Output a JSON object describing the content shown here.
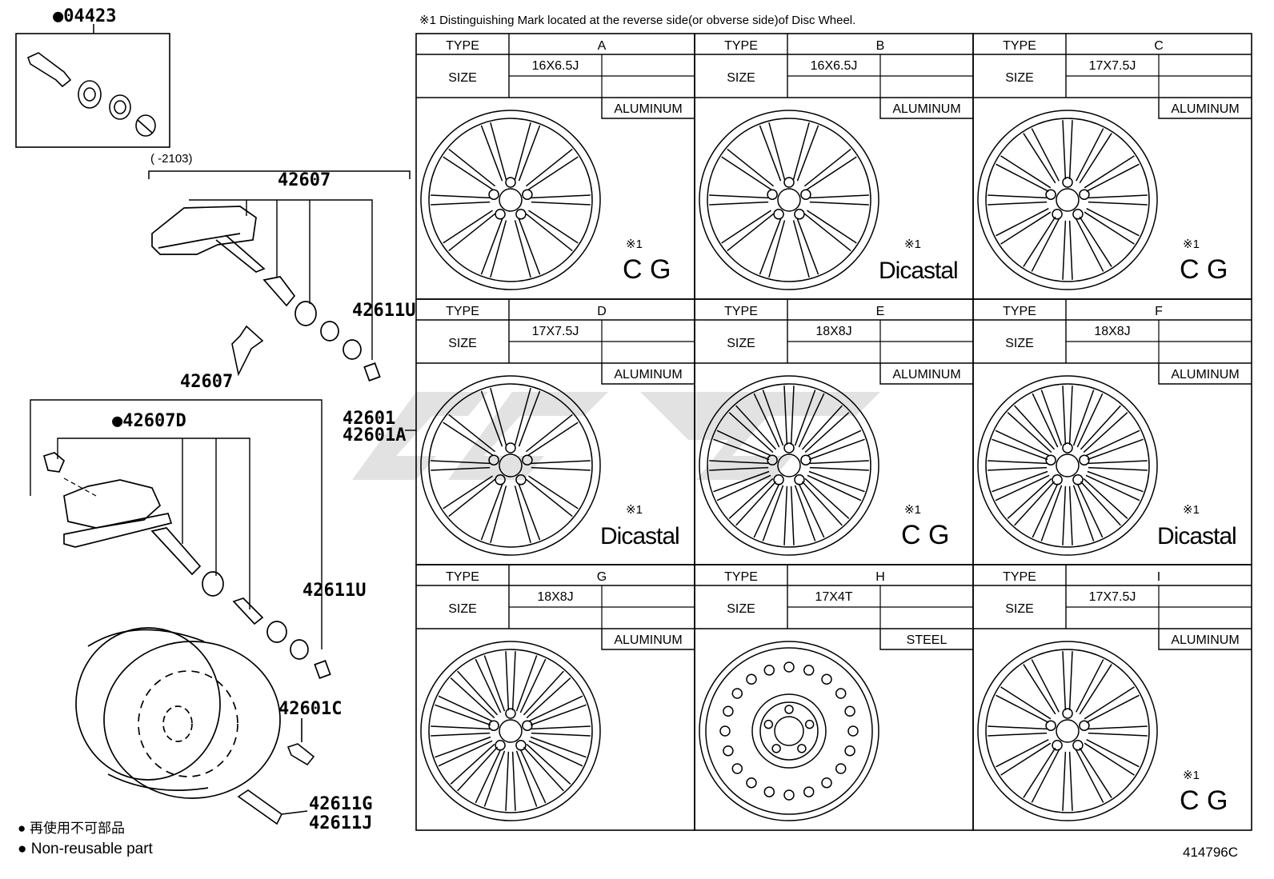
{
  "note": "※1 Distinguishing Mark located at the reverse side(or obverse side)of Disc Wheel.",
  "labels": {
    "type": "TYPE",
    "size": "SIZE",
    "mark": "※1"
  },
  "wheels": [
    {
      "type": "A",
      "size": "16X6.5J",
      "material": "ALUMINUM",
      "mark": "※1",
      "maker": "C G",
      "style": "tenspoke"
    },
    {
      "type": "B",
      "size": "16X6.5J",
      "material": "ALUMINUM",
      "mark": "※1",
      "maker": "Dicastal",
      "style": "tenspoke"
    },
    {
      "type": "C",
      "size": "17X7.5J",
      "material": "ALUMINUM",
      "mark": "※1",
      "maker": "C G",
      "style": "twelvespoke"
    },
    {
      "type": "D",
      "size": "17X7.5J",
      "material": "ALUMINUM",
      "mark": "※1",
      "maker": "Dicastal",
      "style": "tenspoke"
    },
    {
      "type": "E",
      "size": "18X8J",
      "material": "ALUMINUM",
      "mark": "※1",
      "maker": "C G",
      "style": "multispoke"
    },
    {
      "type": "F",
      "size": "18X8J",
      "material": "ALUMINUM",
      "mark": "※1",
      "maker": "Dicastal",
      "style": "multispoke"
    },
    {
      "type": "G",
      "size": "18X8J",
      "material": "ALUMINUM",
      "mark": "",
      "maker": "",
      "style": "multispoke"
    },
    {
      "type": "H",
      "size": "17X4T",
      "material": "STEEL",
      "mark": "",
      "maker": "",
      "style": "steel"
    },
    {
      "type": "I",
      "size": "17X7.5J",
      "material": "ALUMINUM",
      "mark": "※1",
      "maker": "C G",
      "style": "twelvespoke"
    }
  ],
  "parts": {
    "p04423": "●04423",
    "range": "(      -2103)",
    "p42607_top": "42607",
    "p42611U_top": "42611U",
    "p42607_mid": "42607",
    "p42607D": "●42607D",
    "p42601": "42601",
    "p42601A": "42601A",
    "p42611U_bot": "42611U",
    "p42601C": "42601C",
    "p42611G": "42611G",
    "p42611J": "42611J"
  },
  "legend": {
    "jp": "● 再使用不可部品",
    "en": "● Non-reusable part"
  },
  "diagram_id": "414796C"
}
